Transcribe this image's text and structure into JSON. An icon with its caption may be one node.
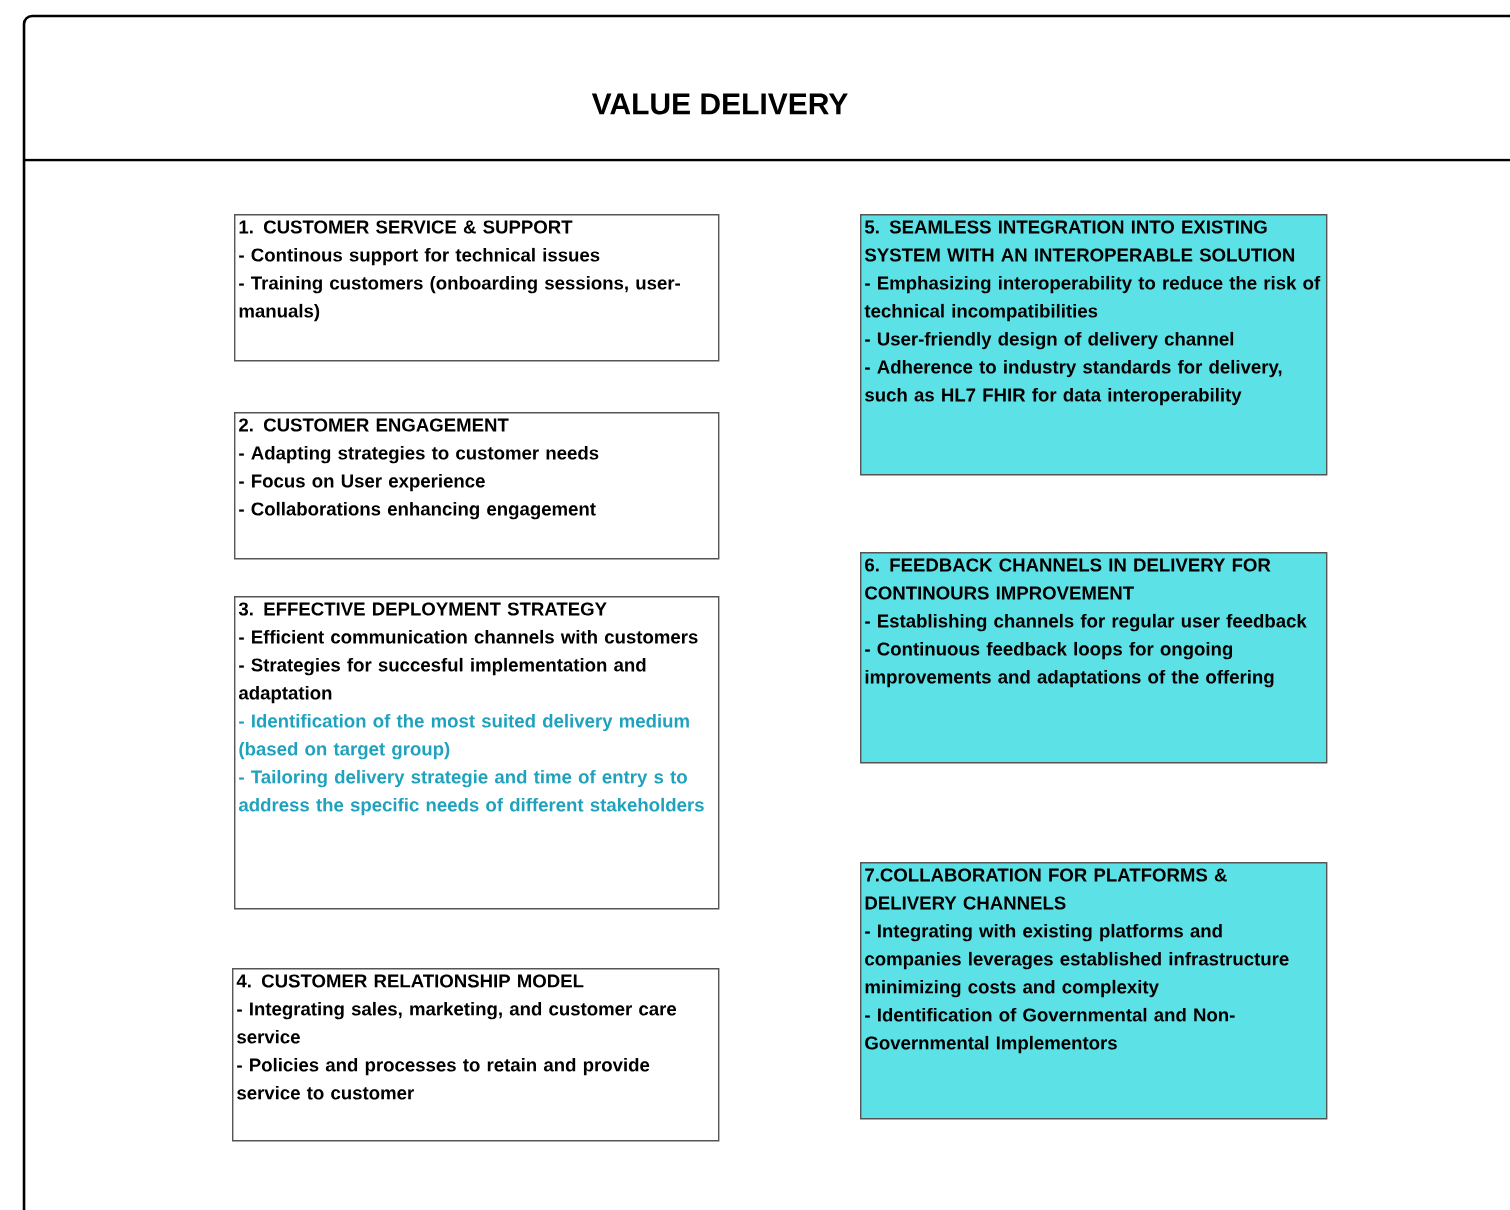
{
  "diagram": {
    "title": "VALUE DELIVERY",
    "nodes": [
      {
        "text": [
          "1. CUSTOMER SERVICE & SUPPORT",
          "- Continous support for technical issues",
          "- Training customers (onboarding sessions, user-manuals)"
        ]
      },
      {
        "text": [
          "2. CUSTOMER ENGAGEMENT",
          "- Adapting strategies to customer needs",
          "- Focus on User experience",
          "- Collaborations enhancing engagement"
        ]
      },
      {
        "text": [
          "3. EFFECTIVE DEPLOYMENT STRATEGY",
          "- Efficient communication channels with customers",
          "- Strategies for succesful implementation and adaptation",
          "- Identification of the most suited delivery medium (based on target group)",
          "- Tailoring delivery strategie and time of entry s to address the specific needs of different stakeholders"
        ]
      },
      {
        "text": [
          "4. CUSTOMER RELATIONSHIP MODEL",
          "- Integrating sales, marketing, and customer care service",
          "- Policies and processes to retain and provide service to customer"
        ]
      },
      {
        "text": [
          "5. SEAMLESS INTEGRATION INTO EXISTING SYSTEM WITH AN INTEROPERABLE SOLUTION",
          "- Emphasizing interoperability to reduce the risk of technical incompatibilities",
          "- User-friendly design of delivery channel",
          "- Adherence to industry standards for delivery, such as HL7 FHIR for data interoperability"
        ]
      },
      {
        "text": [
          "6. FEEDBACK CHANNELS IN DELIVERY FOR CONTINOURS IMPROVEMENT",
          "- Establishing channels for regular user feedback",
          "- Continuous feedback loops for ongoing improvements and adaptations of the offering"
        ]
      },
      {
        "text": [
          "7.COLLABORATION FOR PLATFORMS & DELIVERY CHANNELS",
          "-  Integrating with existing platforms and companies leverages established infrastructure minimizing costs and complexity",
          "- Identification of Governmental and Non-Governmental Implementors"
        ]
      }
    ]
  }
}
